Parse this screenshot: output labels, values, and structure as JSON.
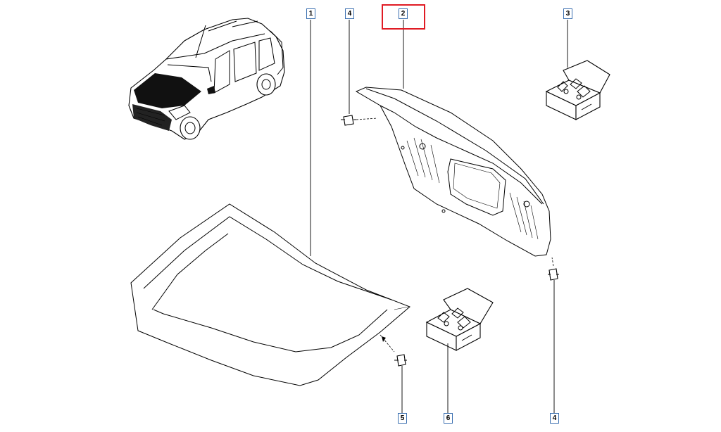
{
  "callouts": [
    {
      "id": "1",
      "label": "1"
    },
    {
      "id": "4a",
      "label": "4"
    },
    {
      "id": "2",
      "label": "2"
    },
    {
      "id": "3",
      "label": "3"
    },
    {
      "id": "5",
      "label": "5"
    },
    {
      "id": "6",
      "label": "6"
    },
    {
      "id": "4b",
      "label": "4"
    }
  ],
  "selected_callout": "2",
  "colors": {
    "highlight": "#e01b24",
    "callout_border": "#3a6fb0",
    "line": "#000000"
  },
  "parts": [
    "car-thumbnail",
    "bonnet-panel",
    "bonnet-inner-panel",
    "clip-fastener",
    "small-parts-kit-box"
  ]
}
